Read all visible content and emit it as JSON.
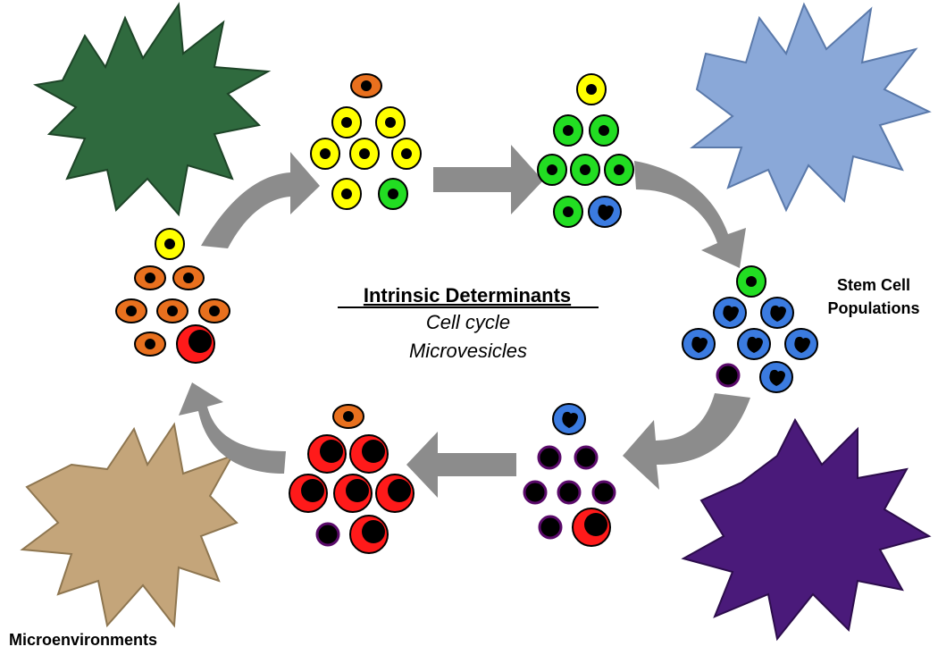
{
  "center": {
    "title": "Intrinsic Determinants",
    "line1": "Cell cycle",
    "line2": "Microvesicles"
  },
  "labels": {
    "stem_cell_line1": "Stem Cell",
    "stem_cell_line2": "Populations",
    "microenvironments": "Microenvironments"
  },
  "colors": {
    "orange": "#e8701e",
    "yellow": "#ffff00",
    "green": "#22dd22",
    "blue": "#3b7be0",
    "red": "#ff1a1a",
    "purple": "#5a0a6a",
    "arrow": "#8c8c8c",
    "star_green": "#2f6a3e",
    "star_blue": "#7f9fd3",
    "star_purple": "#4a1a7a",
    "star_tan": "#c4a57a"
  }
}
